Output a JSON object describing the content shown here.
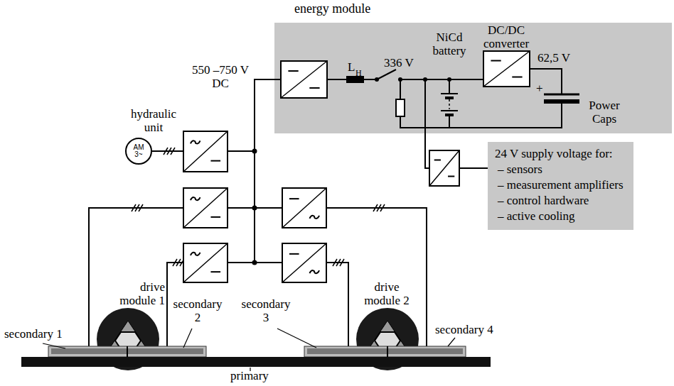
{
  "diagram": {
    "nodes": [
      {
        "text": [
          "energy module"
        ]
      },
      {
        "text": [
          "24 V supply voltage for:",
          "– sensors",
          "– measurement amplifiers",
          "– control hardware",
          "– active cooling"
        ]
      },
      {
        "text": [
          "AM 3~"
        ]
      }
    ],
    "edges": [
      {
        "from": 0,
        "to": 1,
        "arrow": "none"
      }
    ],
    "labels": [
      "550 –750 V DC",
      "L",
      "H",
      "336 V",
      "NiCd battery",
      "DC/DC converter",
      "62,5 V",
      "+",
      "Power Caps",
      "hydraulic unit",
      "drive module 1",
      "secondary 1",
      "secondary 2",
      "drive module 2",
      "secondary 3",
      "secondary 4",
      "primary"
    ]
  }
}
